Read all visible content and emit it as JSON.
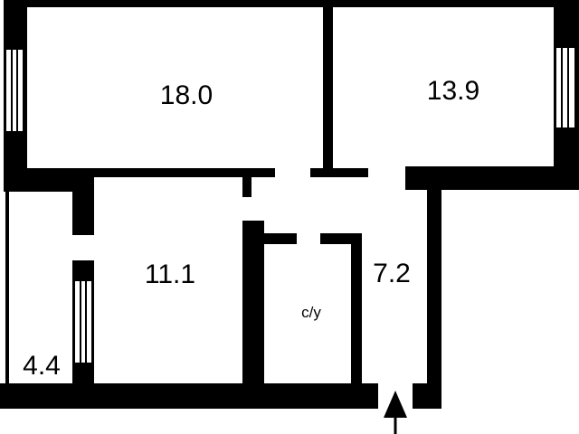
{
  "rooms": [
    {
      "id": "room-1",
      "label": "18.0"
    },
    {
      "id": "room-2",
      "label": "13.9"
    },
    {
      "id": "room-3",
      "label": "11.1"
    },
    {
      "id": "hall",
      "label": "7.2"
    },
    {
      "id": "bathroom",
      "label": "с/у"
    },
    {
      "id": "balcony",
      "label": "4.4"
    }
  ],
  "entrance": {
    "icon": "entrance-arrow-icon"
  },
  "colors": {
    "wall": "#000000",
    "background": "#ffffff"
  }
}
